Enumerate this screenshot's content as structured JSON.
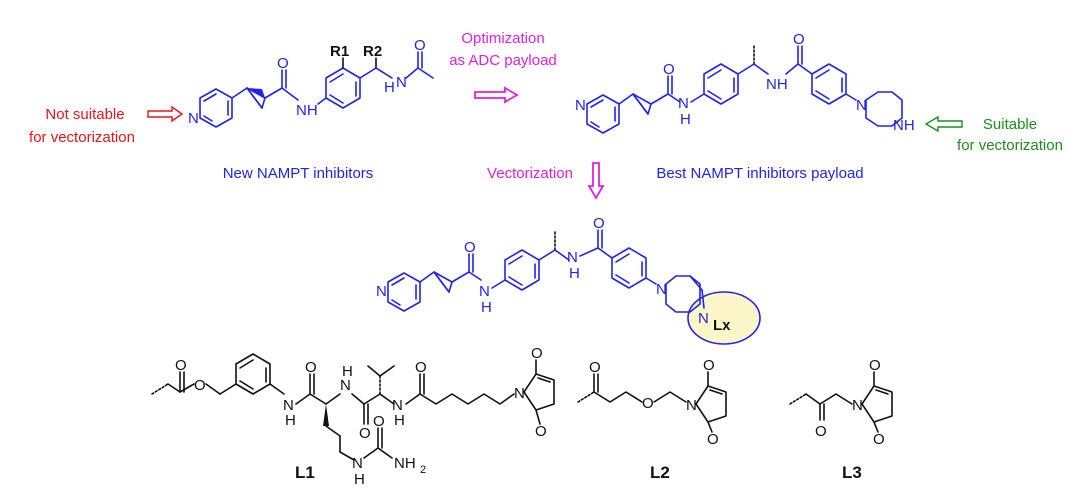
{
  "colors": {
    "structure": "#2222ee",
    "linker": "#111111",
    "not_suitable": "#e8141c",
    "suitable": "#1e8c1e",
    "process": "#e020e0",
    "lx_fill": "#fdf6c8"
  },
  "captions": {
    "not_suitable": [
      "Not suitable",
      "for vectorization"
    ],
    "suitable": [
      "Suitable",
      "for vectorization"
    ],
    "optimization": [
      "Optimization",
      "as ADC payload"
    ],
    "vectorization": "Vectorization",
    "new_inhibitors": "New NAMPT inhibitors",
    "best_payload": "Best NAMPT inhibitors payload"
  },
  "atoms": {
    "N": "N",
    "O": "O",
    "H": "H",
    "NH": "NH",
    "R1": "R1",
    "R2": "R2",
    "Lx": "Lx",
    "NH2": "NH",
    "sub2": "2"
  },
  "linkers": [
    "L1",
    "L2",
    "L3"
  ]
}
